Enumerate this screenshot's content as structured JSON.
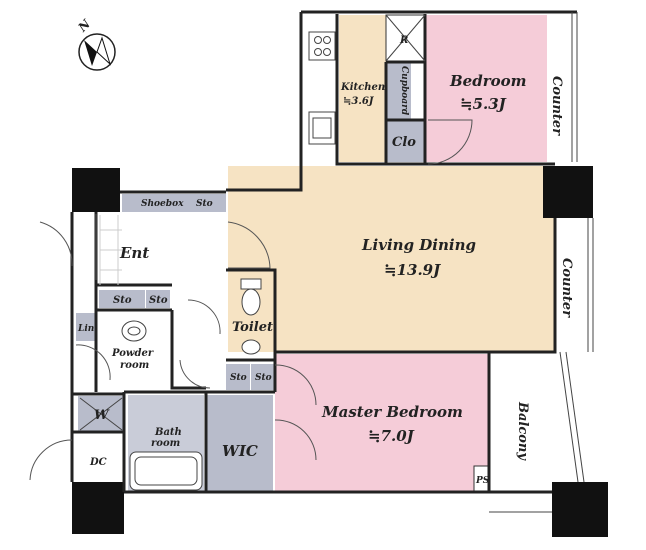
{
  "colors": {
    "kitchen": "#f6e3c3",
    "bedroom": "#f5ccd8",
    "living": "#f6e3c3",
    "master": "#f5ccd8",
    "storage": "#b8bccb",
    "wic": "#b8bccb",
    "bath": "#c9ccd8",
    "column": "#111111"
  },
  "compass": {
    "label": "N"
  },
  "rooms": {
    "kitchen": {
      "name": "Kitchen",
      "area": "≒3.6J"
    },
    "cupboard": {
      "name": "Cupboard"
    },
    "refrigerator": {
      "name": "R"
    },
    "closet": {
      "name": "Clo"
    },
    "bedroom": {
      "name": "Bedroom",
      "area": "≒5.3J"
    },
    "counter_top": {
      "name": "Counter"
    },
    "counter_mid": {
      "name": "Counter"
    },
    "shoebox": {
      "name": "Shoebox"
    },
    "sto_top": {
      "name": "Sto"
    },
    "entrance": {
      "name": "Ent"
    },
    "living": {
      "name": "Living Dining",
      "area": "≒13.9J"
    },
    "sto_a": {
      "name": "Sto"
    },
    "sto_b": {
      "name": "Sto"
    },
    "linen": {
      "name": "Lin"
    },
    "powder": {
      "name": "Powder",
      "name2": "room"
    },
    "toilet": {
      "name": "Toilet"
    },
    "sto_c": {
      "name": "Sto"
    },
    "sto_d": {
      "name": "Sto"
    },
    "washer": {
      "name": "W"
    },
    "bath": {
      "name": "Bath",
      "name2": "room"
    },
    "wic": {
      "name": "WIC"
    },
    "master": {
      "name": "Master Bedroom",
      "area": "≒7.0J"
    },
    "balcony": {
      "name": "Balcony"
    },
    "dc": {
      "name": "DC"
    },
    "ps": {
      "name": "PS"
    }
  }
}
